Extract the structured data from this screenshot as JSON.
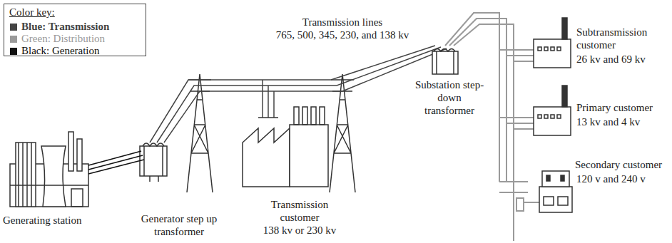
{
  "diagram": {
    "labels": [
      "Color key:",
      "Transmission lines",
      "765, 500, 345, 230, and 138 kv",
      "Generating station",
      "Generator step up transformer",
      "Transmission customer",
      "138 kv or 230 kv",
      "Substation step-down transformer",
      "Subtransmission customer",
      "26 kv and 69 kv",
      "Primary customer",
      "13 kv and 4 kv",
      "Secondary customer",
      "120 v and 240 v"
    ],
    "legend": [
      {
        "text": "Blue: Transmission",
        "color": "#444444"
      },
      {
        "text": "Green: Distribution",
        "color": "#9a9a9a"
      },
      {
        "text": "Black: Generation",
        "color": "#111111"
      }
    ]
  }
}
